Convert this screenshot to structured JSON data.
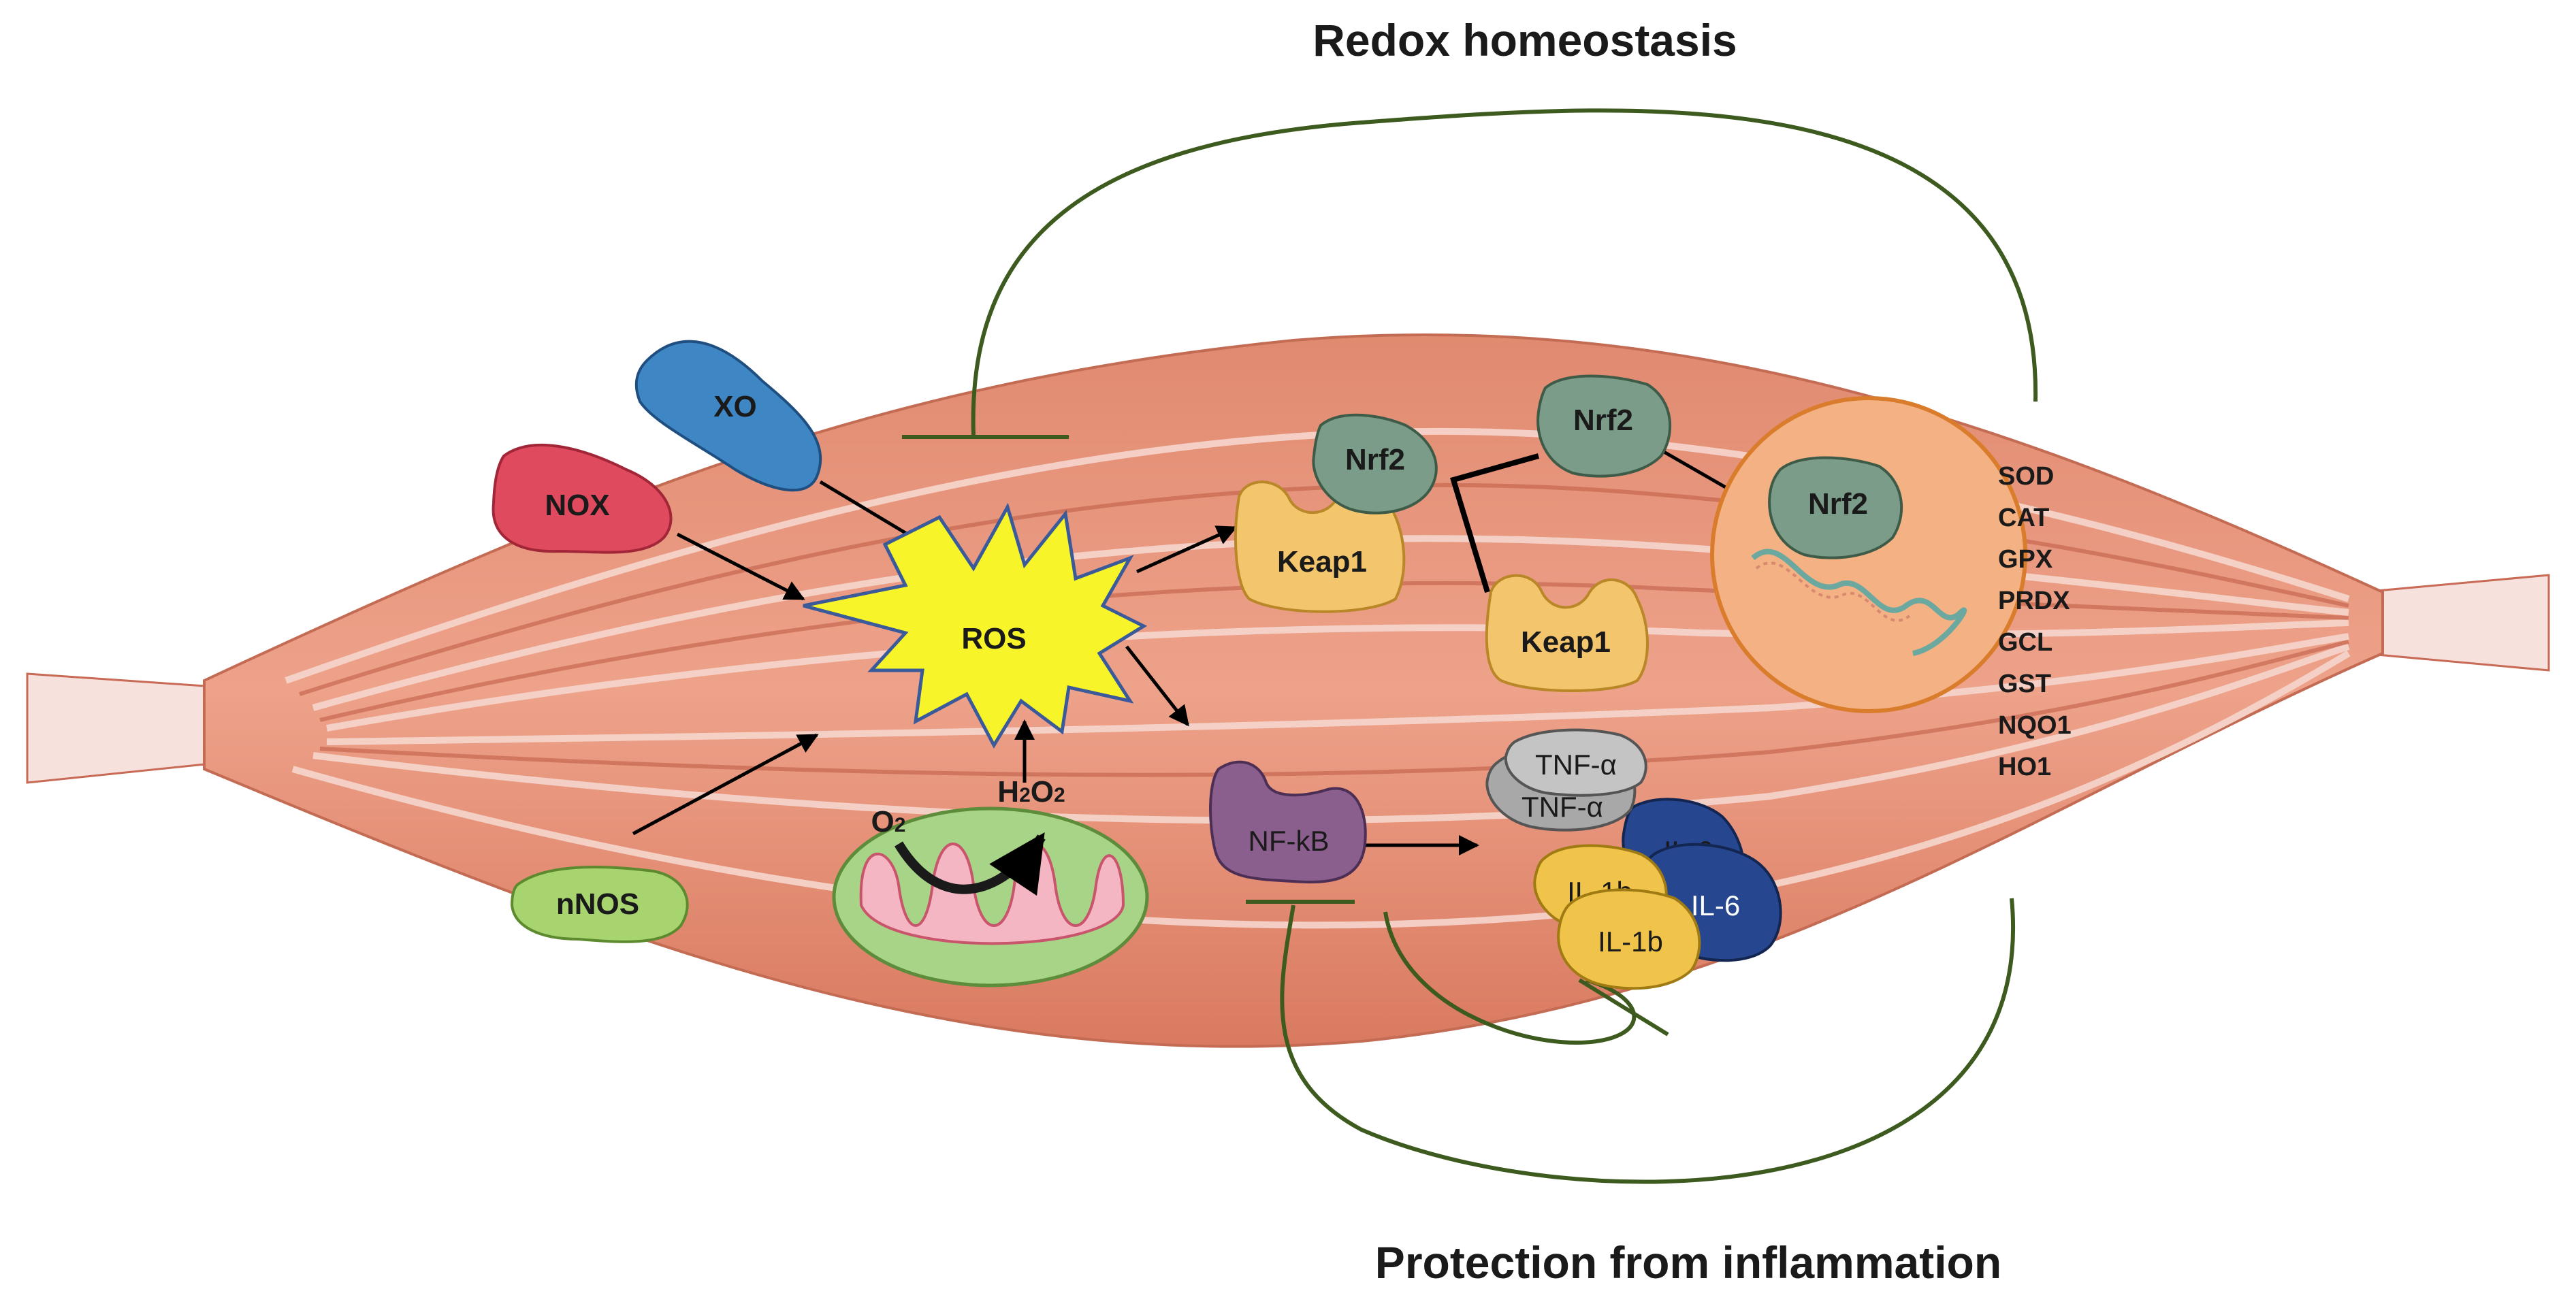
{
  "titles": {
    "top": "Redox homeostasis",
    "bottom": "Protection from inflammation"
  },
  "sources": {
    "xo": "XO",
    "nox": "NOX",
    "nnos": "nNOS"
  },
  "ros": "ROS",
  "mito": {
    "o2": "O2",
    "h2o2": "H2O2"
  },
  "keap_complex": {
    "nrf2": "Nrf2",
    "keap1": "Keap1"
  },
  "free": {
    "nrf2": "Nrf2",
    "keap1": "Keap1"
  },
  "nucleus": {
    "nrf2": "Nrf2"
  },
  "genes": [
    "SOD",
    "CAT",
    "GPX",
    "PRDX",
    "GCL",
    "GST",
    "NQO1",
    "HO1"
  ],
  "nfkb": "NF-kB",
  "cytokines": {
    "tnf_back": "TNF-α",
    "tnf_front": "TNF-α",
    "il6_back": "IL-6",
    "il6_front": "IL-6",
    "il1b_back": "IL-1b",
    "il1b_front": "IL-1b"
  },
  "colors": {
    "muscle": "#e8937a",
    "inhibition_line": "#3d5a1f",
    "xo": "#3f86c4",
    "nox": "#e04a5e",
    "nnos": "#a7d46f",
    "ros": "#f7f52a",
    "keap1": "#f3c66e",
    "nrf2": "#7a9c88",
    "nfkb": "#8a5f8e",
    "tnf": "#9d9d9d",
    "il6": "#26478f",
    "il1b": "#f0c44a",
    "nucleus": "#f4b183"
  }
}
